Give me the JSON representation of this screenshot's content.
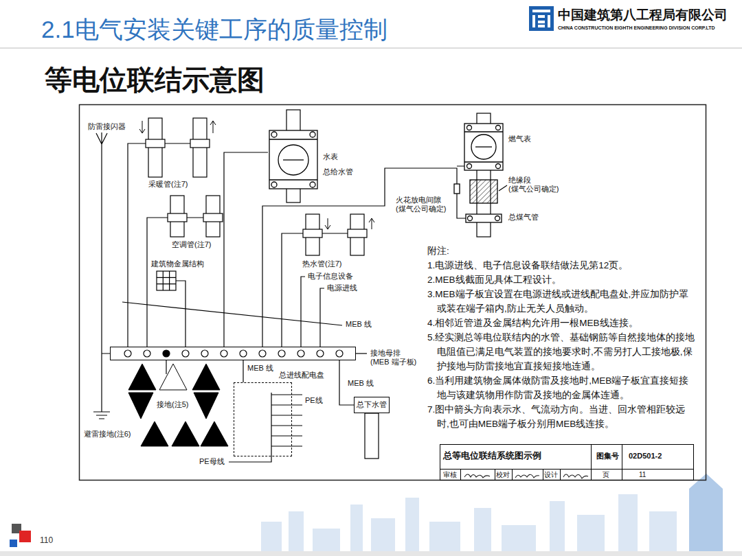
{
  "diagram": {
    "title": "等电位联结示意图",
    "nodes": [
      {
        "text": [
          "接地母排 (MEB 端子板)"
        ]
      },
      {
        "text": [
          "总进线配电盘"
        ]
      },
      {
        "text": [
          "总下水管"
        ]
      }
    ],
    "edges": [
      {
        "from": 0,
        "to": 1,
        "label": "MEB 线",
        "arrow": "none"
      },
      {
        "from": 0,
        "to": 2,
        "label": "MEB 线",
        "arrow": "none"
      }
    ],
    "labels": [
      "2.1电气安装关键工序的质量控制",
      "中国建筑第八工程局有限公司",
      "CHINA CONSTRUCTION EIGHTH ENGINEERING DIVISION CORP.LTD",
      "防雷接闪器",
      "采暖管(注7)",
      "水表",
      "总给水管",
      "燃气表",
      "绝缘段 (煤气公司确定)",
      "火花放电间隙 (煤气公司确定)",
      "总煤气管",
      "空调管(注7)",
      "热水管(注7)",
      "建筑物金属结构",
      "电子信息设备",
      "电源进线",
      "MEB 线",
      "接地(注5)",
      "避雷接地(注6)",
      "PE线",
      "PE母线",
      "附注:",
      "1.电源进线、电子信息设备联结做法见第12页。",
      "2.MEB线截面见具体工程设计。",
      "3.MEB端子板宜设置在电源进线或进线配电盘处,并应加防护罩或装在端子箱内,防止无关人员触动。",
      "4.相邻近管道及金属结构允许用一根MEB线连接。",
      "5.经实测总等电位联结内的水管、基础钢筋等自然接地体的接地电阻值已满足电气装置的接地要求时,不需另打人工接地极,保护接地与防雷接地宜直接短接地连通。",
      "6.当利用建筑物金属体做防雷及接地时,MEB端子板宜直接短接地与该建筑物用作防雷及接地的金属体连通。",
      "7.图中箭头方向表示水、气流动方向。当进、回水管相距较远时,也可由MEB端子板分别用MEB线连接。",
      "总等电位联结系统图示例",
      "图集号",
      "02D501-2",
      "审核",
      "校对",
      "设计",
      "页",
      "11",
      "110"
    ]
  }
}
